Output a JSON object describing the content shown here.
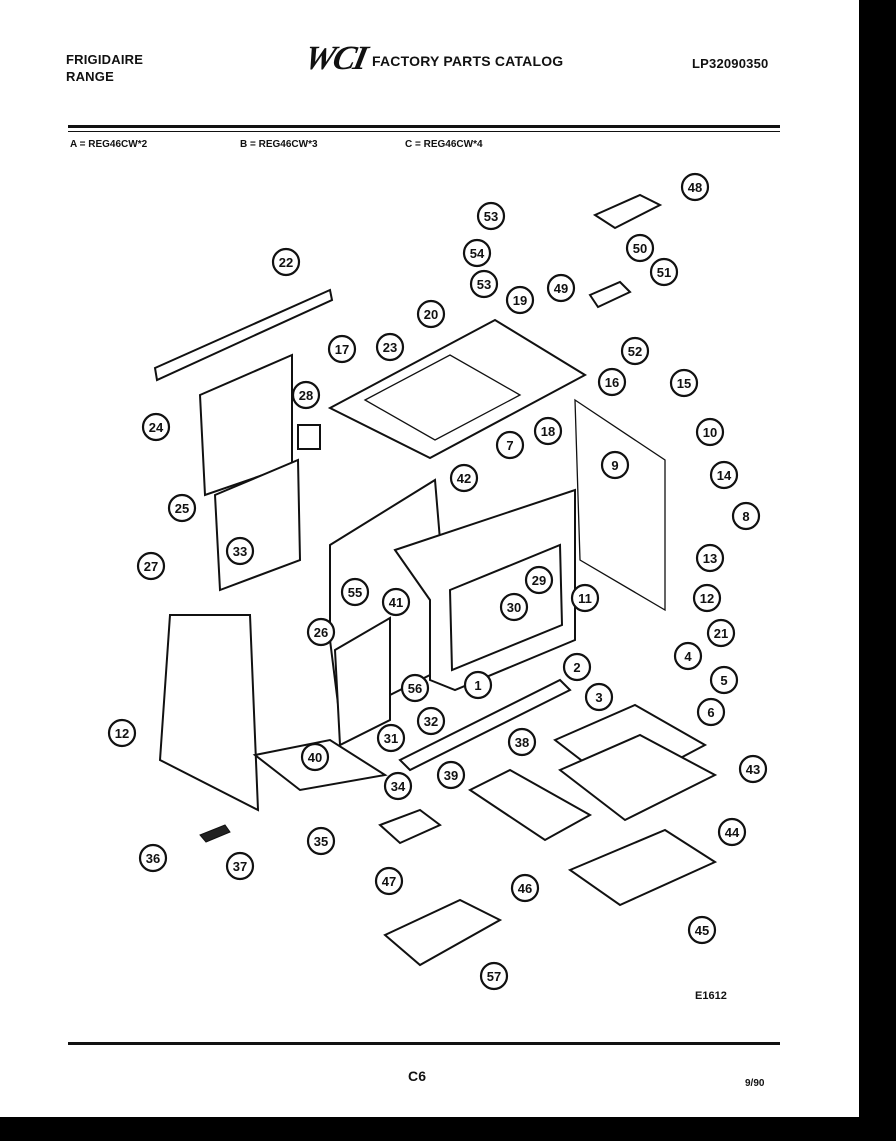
{
  "header": {
    "brand_line1": "FRIGIDAIRE",
    "brand_line2": "RANGE",
    "logo": "WCI",
    "catalog_title": "FACTORY PARTS CATALOG",
    "catalog_number": "LP32090350"
  },
  "models": [
    "A = REG46CW*2",
    "B = REG46CW*3",
    "C = REG46CW*4"
  ],
  "diagram_code": "E1612",
  "footer": {
    "page": "C6",
    "date": "9/90"
  },
  "callouts": [
    {
      "label": "48"
    },
    {
      "label": "53"
    },
    {
      "label": "54"
    },
    {
      "label": "53"
    },
    {
      "label": "49"
    },
    {
      "label": "50"
    },
    {
      "label": "51"
    },
    {
      "label": "52"
    },
    {
      "label": "22"
    },
    {
      "label": "20"
    },
    {
      "label": "19"
    },
    {
      "label": "17"
    },
    {
      "label": "23"
    },
    {
      "label": "24"
    },
    {
      "label": "28"
    },
    {
      "label": "18"
    },
    {
      "label": "16"
    },
    {
      "label": "15"
    },
    {
      "label": "10"
    },
    {
      "label": "7"
    },
    {
      "label": "42"
    },
    {
      "label": "9"
    },
    {
      "label": "14"
    },
    {
      "label": "25"
    },
    {
      "label": "8"
    },
    {
      "label": "27"
    },
    {
      "label": "33"
    },
    {
      "label": "13"
    },
    {
      "label": "29"
    },
    {
      "label": "11"
    },
    {
      "label": "12"
    },
    {
      "label": "55"
    },
    {
      "label": "41"
    },
    {
      "label": "30"
    },
    {
      "label": "26"
    },
    {
      "label": "21"
    },
    {
      "label": "2"
    },
    {
      "label": "4"
    },
    {
      "label": "56"
    },
    {
      "label": "1"
    },
    {
      "label": "5"
    },
    {
      "label": "3"
    },
    {
      "label": "6"
    },
    {
      "label": "32"
    },
    {
      "label": "12"
    },
    {
      "label": "31"
    },
    {
      "label": "38"
    },
    {
      "label": "40"
    },
    {
      "label": "34"
    },
    {
      "label": "43"
    },
    {
      "label": "39"
    },
    {
      "label": "35"
    },
    {
      "label": "44"
    },
    {
      "label": "36"
    },
    {
      "label": "37"
    },
    {
      "label": "47"
    },
    {
      "label": "46"
    },
    {
      "label": "45"
    },
    {
      "label": "57"
    }
  ]
}
